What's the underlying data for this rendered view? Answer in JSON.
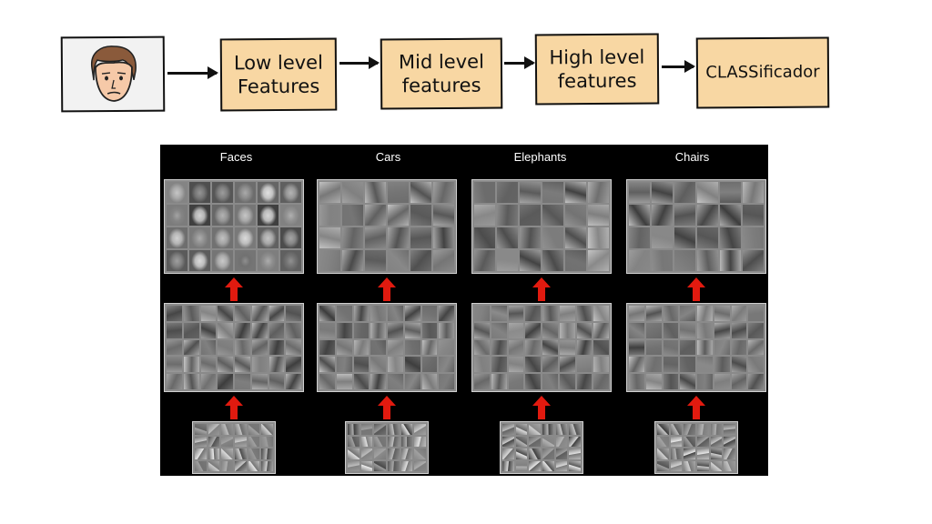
{
  "pipeline": {
    "stages": [
      {
        "label": "Low level\nFeatures"
      },
      {
        "label": "Mid level\nfeatures"
      },
      {
        "label": "High level\nfeatures"
      },
      {
        "label": "CLASSificador"
      }
    ]
  },
  "panel": {
    "columns": [
      {
        "title": "Faces"
      },
      {
        "title": "Cars"
      },
      {
        "title": "Elephants"
      },
      {
        "title": "Chairs"
      }
    ]
  },
  "colors": {
    "stage_fill": "#f8d7a3",
    "arrow_red": "#e11a0f",
    "panel_bg": "#000000"
  }
}
